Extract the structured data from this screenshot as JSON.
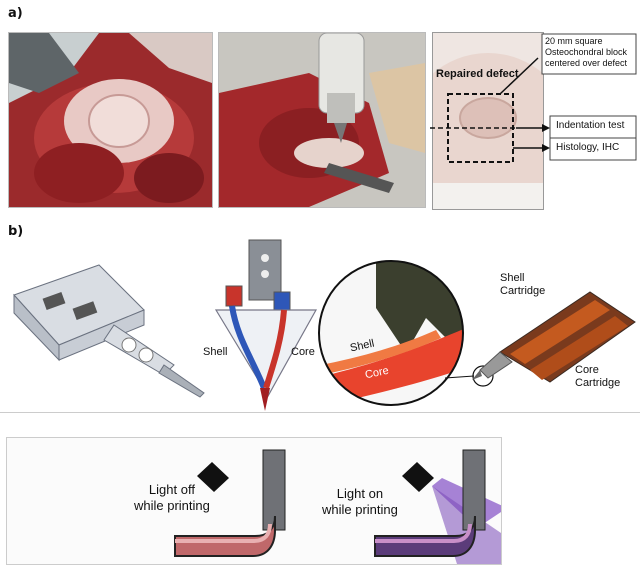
{
  "panels": {
    "a": "a)",
    "b": "b)"
  },
  "annotations": {
    "repaired_defect": "Repaired defect",
    "block_line1": "20 mm square",
    "block_line2": "Osteochondral block",
    "block_line3": "centered over defect",
    "indentation": "Indentation test",
    "histology": "Histology, IHC"
  },
  "printer": {
    "shell": "Shell",
    "core": "Core",
    "shell_zoom": "Shell",
    "core_zoom": "Core",
    "shell_cartridge_1": "Shell",
    "shell_cartridge_2": "Cartridge",
    "core_cartridge_1": "Core",
    "core_cartridge_2": "Cartridge"
  },
  "light": {
    "off_1": "Light off",
    "off_2": "while printing",
    "on_1": "Light on",
    "on_2": "while printing"
  },
  "colors": {
    "tissue_red": "#a8232a",
    "cartilage": "#e9d6cf",
    "shell_blue": "#2e57b8",
    "core_red": "#c8342b",
    "uv_purple": "#8a5ac8"
  }
}
